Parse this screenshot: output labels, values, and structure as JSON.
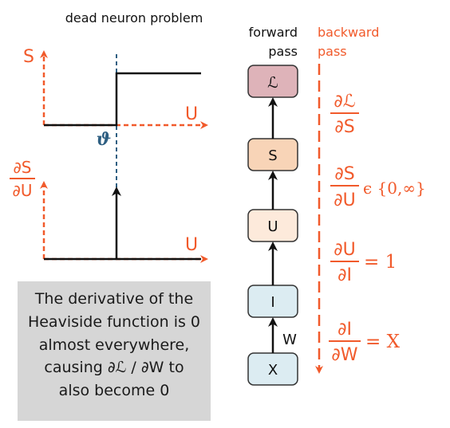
{
  "title": "dead neuron problem",
  "plots": {
    "top_y_label": "S",
    "top_x_label": "U",
    "threshold_symbol": "ϑ",
    "bottom_y_label_num": "∂S",
    "bottom_y_label_den": "∂U",
    "bottom_x_label": "U"
  },
  "columns": {
    "forward_line1": "forward",
    "forward_line2": "pass",
    "backward_line1": "backward",
    "backward_line2": "pass"
  },
  "nodes": [
    {
      "label": "ℒ",
      "fill": "#deb3b9"
    },
    {
      "label": "S",
      "fill": "#f8d4b7"
    },
    {
      "label": "U",
      "fill": "#fdeadb"
    },
    {
      "label": "I",
      "fill": "#dcecf2"
    },
    {
      "label": "X",
      "fill": "#dcecf2"
    }
  ],
  "edge_label": "W",
  "gradients": [
    {
      "num": "∂ℒ",
      "den": "∂S",
      "rhs": ""
    },
    {
      "num": "∂S",
      "den": "∂U",
      "rhs": "ϵ {0,∞}"
    },
    {
      "num": "∂U",
      "den": "∂I",
      "rhs": "= 1"
    },
    {
      "num": "∂I",
      "den": "∂W",
      "rhs": "= X"
    }
  ],
  "note": {
    "line1": "The derivative of the",
    "line2": "Heaviside function is 0",
    "line3": "almost everywhere,",
    "line4": "causing ∂ℒ / ∂W to",
    "line5": "also become 0"
  },
  "colors": {
    "orange": "#f15a2b",
    "threshold_blue": "#2e5f82",
    "black": "#111111",
    "node_stroke": "#333333",
    "note_bg": "#d6d6d6"
  }
}
